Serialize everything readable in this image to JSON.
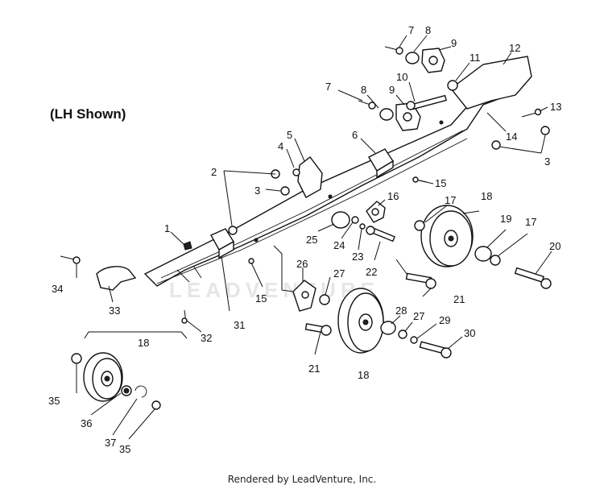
{
  "diagram": {
    "title": "(LH Shown)",
    "footer": "Rendered by LeadVenture, Inc.",
    "watermark": "LEADVENTURE",
    "callouts": [
      {
        "id": "c7a",
        "label": "7"
      },
      {
        "id": "c8a",
        "label": "8"
      },
      {
        "id": "c9a",
        "label": "9"
      },
      {
        "id": "c12",
        "label": "12"
      },
      {
        "id": "c11",
        "label": "11"
      },
      {
        "id": "c10",
        "label": "10"
      },
      {
        "id": "c7b",
        "label": "7"
      },
      {
        "id": "c8b",
        "label": "8"
      },
      {
        "id": "c9b",
        "label": "9"
      },
      {
        "id": "c13",
        "label": "13"
      },
      {
        "id": "c14",
        "label": "14"
      },
      {
        "id": "c3a",
        "label": "3"
      },
      {
        "id": "c6",
        "label": "6"
      },
      {
        "id": "c5",
        "label": "5"
      },
      {
        "id": "c4",
        "label": "4"
      },
      {
        "id": "c2",
        "label": "2"
      },
      {
        "id": "c3b",
        "label": "3"
      },
      {
        "id": "c15a",
        "label": "15"
      },
      {
        "id": "c16",
        "label": "16"
      },
      {
        "id": "c17a",
        "label": "17"
      },
      {
        "id": "c18a",
        "label": "18"
      },
      {
        "id": "c19",
        "label": "19"
      },
      {
        "id": "c17b",
        "label": "17"
      },
      {
        "id": "c20",
        "label": "20"
      },
      {
        "id": "c1",
        "label": "1"
      },
      {
        "id": "c25",
        "label": "25"
      },
      {
        "id": "c24",
        "label": "24"
      },
      {
        "id": "c23",
        "label": "23"
      },
      {
        "id": "c22",
        "label": "22"
      },
      {
        "id": "c26",
        "label": "26"
      },
      {
        "id": "c27a",
        "label": "27"
      },
      {
        "id": "c21a",
        "label": "21"
      },
      {
        "id": "c34",
        "label": "34"
      },
      {
        "id": "c33",
        "label": "33"
      },
      {
        "id": "c15b",
        "label": "15"
      },
      {
        "id": "c31",
        "label": "31"
      },
      {
        "id": "c32",
        "label": "32"
      },
      {
        "id": "c28",
        "label": "28"
      },
      {
        "id": "c27b",
        "label": "27"
      },
      {
        "id": "c29",
        "label": "29"
      },
      {
        "id": "c30",
        "label": "30"
      },
      {
        "id": "c21b",
        "label": "21"
      },
      {
        "id": "c18b",
        "label": "18"
      },
      {
        "id": "c18c",
        "label": "18"
      },
      {
        "id": "c35a",
        "label": "35"
      },
      {
        "id": "c36",
        "label": "36"
      },
      {
        "id": "c37",
        "label": "37"
      },
      {
        "id": "c35b",
        "label": "35"
      }
    ]
  }
}
